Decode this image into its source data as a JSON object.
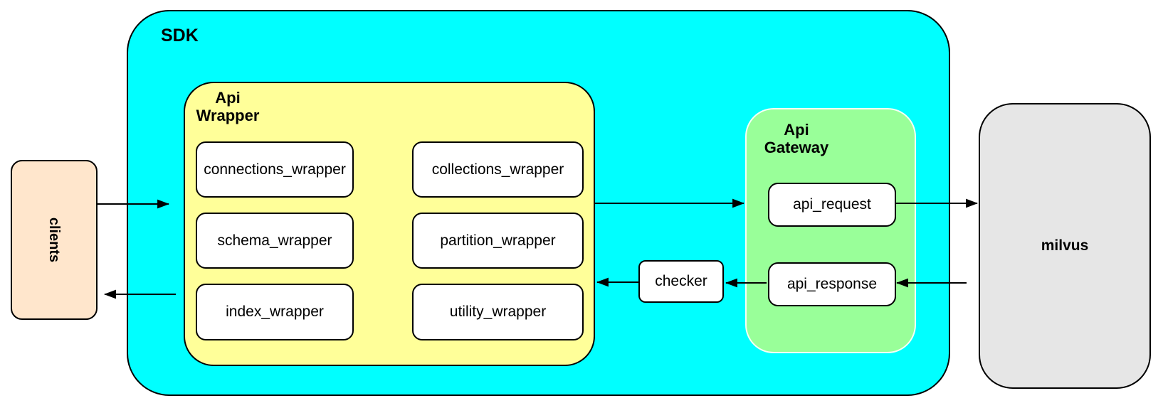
{
  "diagram": {
    "background": "#FFFFFF",
    "edge_color": "#000000",
    "nodes": {
      "clients": {
        "label": "clients",
        "fill": "#FFE6CC"
      },
      "sdk": {
        "label": "SDK",
        "fill": "#00FFFF"
      },
      "api_wrapper": {
        "label": "Api Wrapper",
        "fill": "#FFFF99",
        "box_fill": "#FFFFFF",
        "boxes": [
          {
            "label": "connections_wrapper"
          },
          {
            "label": "collections_wrapper"
          },
          {
            "label": "schema_wrapper"
          },
          {
            "label": "partition_wrapper"
          },
          {
            "label": "index_wrapper"
          },
          {
            "label": "utility_wrapper"
          }
        ]
      },
      "checker": {
        "label": "checker",
        "fill": "#FFFFFF"
      },
      "api_gateway": {
        "label": "Api Gateway",
        "fill": "#99FF99",
        "box_fill": "#FFFFFF",
        "boxes": [
          {
            "label": "api_request"
          },
          {
            "label": "api_response"
          }
        ]
      },
      "milvus": {
        "label": "milvus",
        "fill": "#E6E6E6"
      }
    },
    "edges": [
      {
        "from": "clients",
        "to": "api_wrapper"
      },
      {
        "from": "api_wrapper",
        "to": "clients"
      },
      {
        "from": "api_wrapper",
        "to": "api_gateway"
      },
      {
        "from": "api_request",
        "to": "milvus"
      },
      {
        "from": "milvus",
        "to": "api_response"
      },
      {
        "from": "api_response",
        "to": "checker"
      },
      {
        "from": "checker",
        "to": "api_wrapper"
      }
    ]
  }
}
